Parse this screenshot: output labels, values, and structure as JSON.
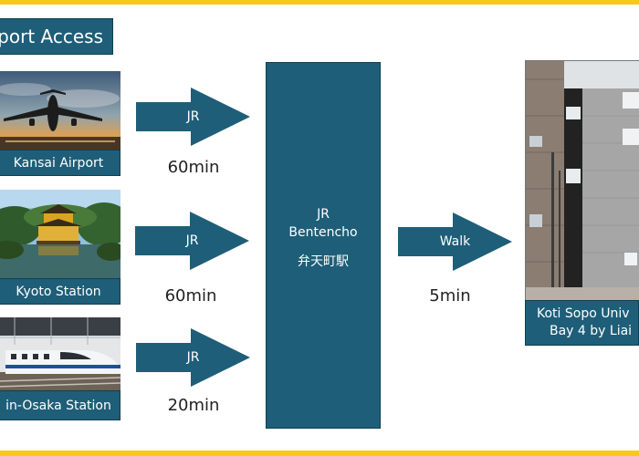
{
  "title": "port Access",
  "colors": {
    "accent": "#1e5e78",
    "frame": "#f7c81e"
  },
  "origins": [
    {
      "label": "Kansai Airport",
      "line": "JR",
      "time": "60min",
      "image": "airplane-photo"
    },
    {
      "label": "Kyoto Station",
      "line": "JR",
      "time": "60min",
      "image": "kinkakuji-photo"
    },
    {
      "label": "in-Osaka Station",
      "line": "JR",
      "time": "20min",
      "image": "shinkansen-photo"
    }
  ],
  "station": {
    "line1": "JR",
    "line2": "Bentencho",
    "japanese": "弁天町駅"
  },
  "final_leg": {
    "mode": "Walk",
    "time": "5min"
  },
  "hotel": {
    "line1": "Koti Sopo Univ",
    "line2": "Bay 4 by Liai",
    "image": "apartment-building-photo"
  }
}
